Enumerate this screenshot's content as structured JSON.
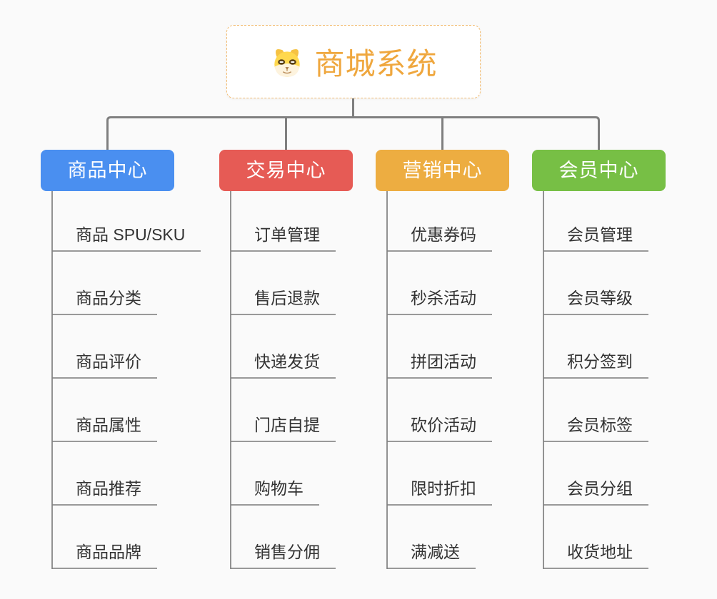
{
  "root": {
    "label": "商城系统",
    "icon": "dog-face-icon"
  },
  "branches": [
    {
      "label": "商品中心",
      "color": "#4a8ff0",
      "children": [
        "商品 SPU/SKU",
        "商品分类",
        "商品评价",
        "商品属性",
        "商品推荐",
        "商品品牌"
      ]
    },
    {
      "label": "交易中心",
      "color": "#e65b55",
      "children": [
        "订单管理",
        "售后退款",
        "快递发货",
        "门店自提",
        "购物车",
        "销售分佣"
      ]
    },
    {
      "label": "营销中心",
      "color": "#edad41",
      "children": [
        "优惠券码",
        "秒杀活动",
        "拼团活动",
        "砍价活动",
        "限时折扣",
        "满减送"
      ]
    },
    {
      "label": "会员中心",
      "color": "#77bf45",
      "children": [
        "会员管理",
        "会员等级",
        "积分签到",
        "会员标签",
        "会员分组",
        "收货地址"
      ]
    }
  ],
  "colors": {
    "background": "#fafafa",
    "connector": "#7f7f7f",
    "leaf_line": "#999999",
    "leaf_text": "#333333",
    "root_text": "#efa73e",
    "root_border": "#f3bd73",
    "root_bg": "#ffffff",
    "branch_text": "#ffffff"
  }
}
